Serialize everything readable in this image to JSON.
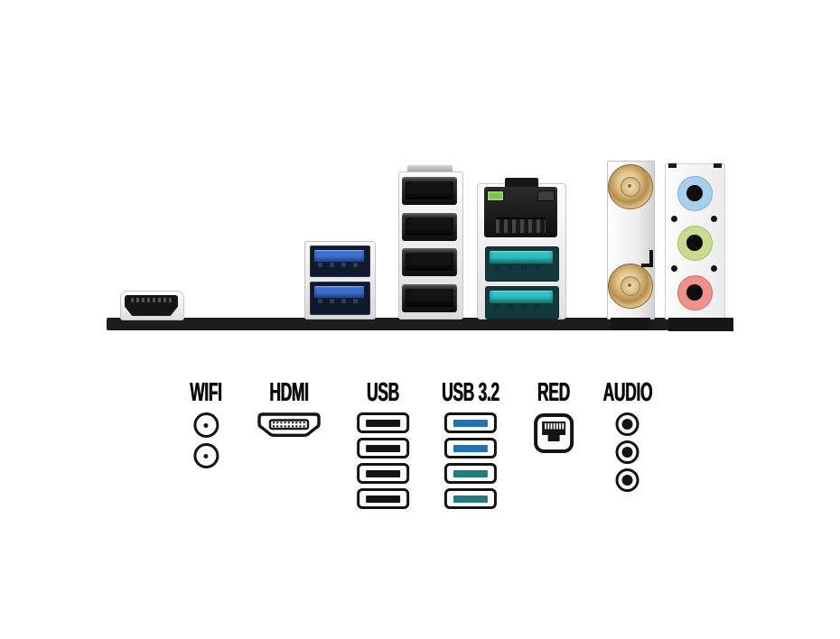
{
  "colors": {
    "background": "#ffffff",
    "pcb_bar": "#1d1d1d",
    "ink": "#141414",
    "usb3_blue": "#3a72d4",
    "usb32_teal": "#2fc3c6",
    "led_green": "#79c24a",
    "antenna_gold": "#c9a25f",
    "audio_blue": "#a6d0ee",
    "audio_green": "#c9db8e",
    "audio_red": "#ef928b",
    "legend_blue": "#1b74bd",
    "legend_teal": "#1e7d7f"
  },
  "photo": {
    "parts": [
      {
        "name": "hdmi-port",
        "count": 1
      },
      {
        "name": "usb3-type-a-blue-ports",
        "count": 2
      },
      {
        "name": "usb2-type-a-black-ports",
        "count": 4
      },
      {
        "name": "ethernet-rj45-port",
        "count": 1
      },
      {
        "name": "usb32-type-a-teal-ports",
        "count": 2
      },
      {
        "name": "wifi-antenna-sma-connectors",
        "count": 2
      },
      {
        "name": "audio-jacks",
        "count": 3
      }
    ]
  },
  "legend": {
    "items": [
      {
        "label": "WIFI",
        "icon": "antenna-connector-icon",
        "count": 2
      },
      {
        "label": "HDMI",
        "icon": "hdmi-connector-icon",
        "count": 1
      },
      {
        "label": "USB",
        "icon": "usb-port-icon",
        "count": 4,
        "bar_colors": [
          "#141414",
          "#141414",
          "#141414",
          "#141414"
        ]
      },
      {
        "label": "USB 3.2",
        "icon": "usb-port-icon",
        "count": 4,
        "bar_colors": [
          "#1b74bd",
          "#1b74bd",
          "#1e7d7f",
          "#1e7d7f"
        ]
      },
      {
        "label": "RED",
        "icon": "ethernet-jack-icon",
        "count": 1
      },
      {
        "label": "AUDIO",
        "icon": "audio-jack-icon",
        "count": 3
      }
    ]
  }
}
